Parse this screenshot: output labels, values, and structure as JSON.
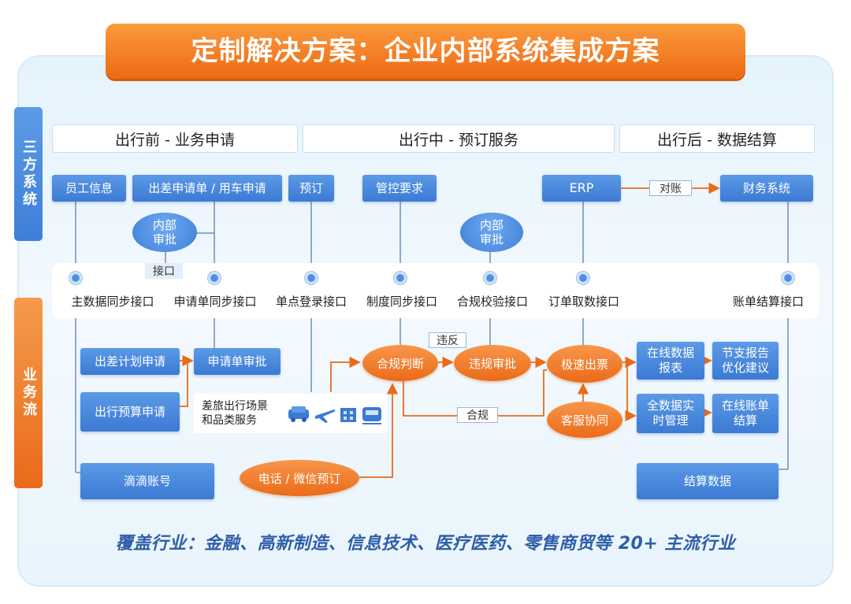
{
  "title": "定制解决方案：企业内部系统集成方案",
  "side_labels": {
    "third_party": "三方系统",
    "business_flow": "业务流"
  },
  "phases": {
    "before": "出行前 - 业务申请",
    "during": "出行中 - 预订服务",
    "after": "出行后 - 数据结算"
  },
  "third_party_systems": {
    "employee_info": "员工信息",
    "trip_request": "出差申请单 / 用车申请",
    "booking": "预订",
    "control_req": "管控要求",
    "erp": "ERP",
    "finance": "财务系统"
  },
  "approvals": {
    "internal_left": "内部\n审批",
    "internal_right": "内部\n审批"
  },
  "reconcile_label": "对账",
  "interface_tag": "接口",
  "interfaces": {
    "master_data": "主数据同步接口",
    "request_sync": "申请单同步接口",
    "sso": "单点登录接口",
    "policy_sync": "制度同步接口",
    "compliance_check": "合规校验接口",
    "order_fetch": "订单取数接口",
    "bill_settle": "账单结算接口"
  },
  "flow": {
    "trip_plan": "出差计划申请",
    "request_approval": "申请单审批",
    "budget_request": "出行预算申请",
    "scene_service": "差旅出行场景\n和品类服务",
    "didi_account": "滴滴账号",
    "phone_booking": "电话 / 微信预订",
    "compliance_judge": "合规判断",
    "violation_label": "违反",
    "violation_approval": "违规审批",
    "compliant_label": "合规",
    "fast_ticket": "极速出票",
    "cs_assist": "客服协同",
    "online_report": "在线数据\n报表",
    "savings_report": "节支报告\n优化建议",
    "realtime_mgmt": "全数据实\n时管理",
    "online_bill": "在线账单\n结算",
    "settle_data": "结算数据"
  },
  "footer": "覆盖行业：金融、高新制造、信息技术、医疗医药、零售商贸等 20+ 主流行业"
}
